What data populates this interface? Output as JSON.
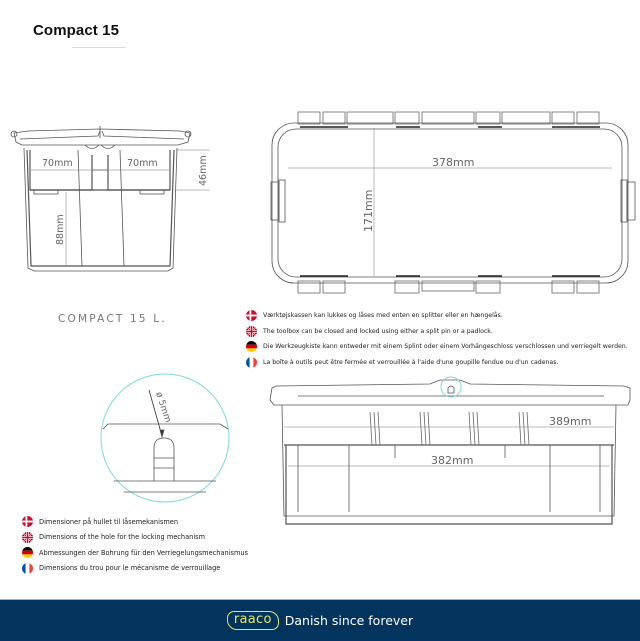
{
  "header": {
    "title": "Compact 15",
    "accent_rule_color": "#f2e17a"
  },
  "drawings": {
    "side_view": {
      "dimensions": {
        "left_compartment": "70mm",
        "right_compartment": "70mm",
        "tray_depth": "46mm",
        "lower_depth": "88mm"
      },
      "model_label": "COMPACT 15 L."
    },
    "top_view": {
      "dimensions": {
        "length": "378mm",
        "width": "171mm"
      }
    },
    "front_view": {
      "dimensions": {
        "outer_length": "389mm",
        "inner_length": "382mm"
      }
    },
    "detail_view": {
      "dimensions": {
        "hole_diameter": "ø 5mm"
      },
      "highlight_color": "#7fd8e0"
    }
  },
  "notes_lock": [
    {
      "lang": "da",
      "flag": "denmark-flag",
      "text": "Værktøjskassen kan lukkes og låses med enten en splitter eller en hængelås."
    },
    {
      "lang": "en",
      "flag": "uk-flag",
      "text": "The toolbox can be closed and locked using either a split pin or a padlock."
    },
    {
      "lang": "de",
      "flag": "germany-flag",
      "text": "Die Werkzeugkiste kann entweder mit einem Splint oder einem Vorhängeschloss verschlossen und verriegelt werden."
    },
    {
      "lang": "fr",
      "flag": "france-flag",
      "text": "La boîte à outils peut être fermée et verrouillée à l'aide d'une goupille fendue ou d'un cadenas."
    }
  ],
  "notes_hole": [
    {
      "lang": "da",
      "flag": "denmark-flag",
      "text": "Dimensioner på hullet til låsemekanismen"
    },
    {
      "lang": "en",
      "flag": "uk-flag",
      "text": "Dimensions of the hole for the locking mechanism"
    },
    {
      "lang": "de",
      "flag": "germany-flag",
      "text": "Abmessungen der Bohrung für den Verriegelungsmechanismus"
    },
    {
      "lang": "fr",
      "flag": "france-flag",
      "text": "Dimensions du trou pour le mécanisme de verrouillage"
    }
  ],
  "footer": {
    "logo": "raaco",
    "tagline": "Danish since forever",
    "background_color": "#02345d",
    "logo_color": "#e3e86a"
  }
}
